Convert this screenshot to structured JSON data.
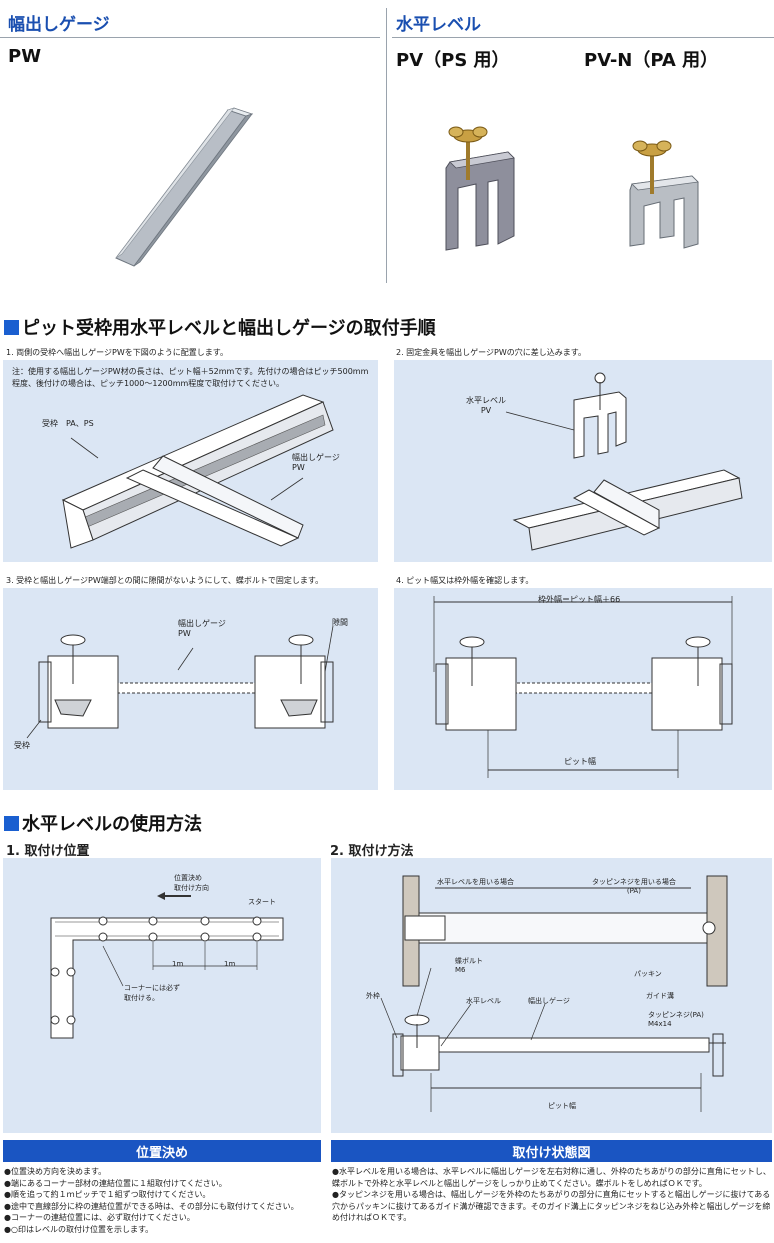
{
  "top_left": {
    "heading": "幅出しゲージ",
    "model": "PW"
  },
  "top_right": {
    "heading": "水平レベル",
    "model_pv": "PV（PS 用）",
    "model_pvn": "PV-N（PA 用）"
  },
  "section1": {
    "title": "ピット受枠用水平レベルと幅出しゲージの取付手順",
    "step1": {
      "text": "1. 両側の受枠へ幅出しゲージPWを下図のように配置します。",
      "note": "注：使用する幅出しゲージPW材の長さは、ピット幅＋52mmです。先付けの場合はピッチ500mm程度、後付けの場合は、ピッチ1000～1200mm程度で取付けてください。",
      "label_frame": "受枠　PA、PS",
      "label_gauge": "幅出しゲージ\nPW"
    },
    "step2": {
      "text": "2. 固定金具を幅出しゲージPWの穴に差し込みます。",
      "label_level": "水平レベル\nPV"
    },
    "step3": {
      "text": "3. 受枠と幅出しゲージPW端部との間に隙間がないようにして、蝶ボルトで固定します。",
      "label_gauge": "幅出しゲージ\nPW",
      "label_gap": "隙間",
      "label_frame": "受枠"
    },
    "step4": {
      "text": "4. ピット幅又は枠外幅を確認します。",
      "label_outer": "枠外幅＝ピット幅＋66",
      "label_pit": "ピット幅"
    }
  },
  "section2": {
    "title": "水平レベルの使用方法",
    "sub1": "1. 取付け位置",
    "sub2": "2. 取付け方法",
    "pos": {
      "direction": "位置決め\n取付け方向",
      "start": "スタート",
      "m1": "1m",
      "m2": "1m",
      "corner": "コーナーには必ず\n取付ける。"
    },
    "method": {
      "level_case": "水平レベルを用いる場合",
      "tappin_case": "タッピンネジを用いる場合\n(PA)",
      "bolt": "蝶ボルト\nM6",
      "outer": "外枠",
      "level": "水平レベル",
      "gauge": "幅出しゲージ",
      "packing": "パッキン",
      "guide": "ガイド溝",
      "tappin": "タッピンネジ(PA)\nM4x14",
      "pit": "ピット幅"
    },
    "bar_left": "位置決め",
    "bar_right": "取付け状態図",
    "bullets_left": [
      "●位置決め方向を決めます。",
      "●端にあるコーナー部材の連結位置に１組取付けてください。",
      "●順を追って約１ｍピッチで１組ずつ取付けてください。",
      "●途中で直線部分に枠の連結位置ができる時は、その部分にも取付けてください。",
      "●コーナーの連結位置には、必ず取付けてください。",
      "●○印はレベルの取付け位置を示します。"
    ],
    "bullets_right": [
      "●水平レベルを用いる場合は、水平レベルに幅出しゲージを左右対称に通し、外枠のたちあがりの部分に直角にセットし、蝶ボルトで外枠と水平レベルと幅出しゲージをしっかり止めてください。蝶ボルトをしめればＯＫです。",
      "●タッピンネジを用いる場合は、幅出しゲージを外枠のたちあがりの部分に直角にセットすると幅出しゲージに抜けてある穴からパッキンに抜けてあるガイド溝が確認できます。そのガイド溝上にタッピンネジをねじ込み外枠と幅出しゲージを締め付ければＯＫです。"
    ]
  },
  "colors": {
    "accent": "#1a4fb0",
    "panel": "#dbe6f4",
    "bar": "#1a55c2"
  }
}
